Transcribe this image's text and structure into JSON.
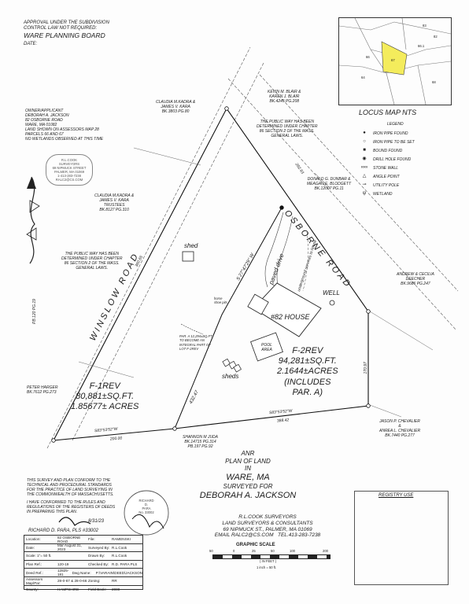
{
  "approval": {
    "line1": "APPROVAL UNDER THE SUBDIVISION",
    "line2": "CONTROL LAW NOT REQUIRED:",
    "board": "WARE PLANNING BOARD",
    "date_label": "DATE:"
  },
  "owner_notes": [
    "OWNER/APPLICANT",
    "DEBORAH A. JACKSON",
    "82 OSBORNE ROAD",
    "WARE, MA 01082",
    "LAND SHOWN ON ASSESSORS MAP 28",
    "PARCELS 66 AND 67",
    "NO WETLANDS OBSERVED AT THIS TIME"
  ],
  "stamp_company": [
    "R.L.COOK",
    "SURVEYORS",
    "69 NIPMUCK STREET",
    "PALMER, MA 01069",
    "1-413-283-7238",
    "RALC2@CS.COM"
  ],
  "locus": {
    "title": "LOCUS MAP NTS",
    "labels": [
      "83",
      "82",
      "66.1",
      "67",
      "66",
      "64",
      "68"
    ]
  },
  "legend": {
    "title": "LEGEND",
    "items": [
      {
        "symbol": "●",
        "label": "IRON PIPE FOUND"
      },
      {
        "symbol": "○",
        "label": "IRON PIPE TO BE SET"
      },
      {
        "symbol": "■",
        "label": "BOUND FOUND"
      },
      {
        "symbol": "◉",
        "label": "DRILL HOLE FOUND"
      },
      {
        "symbol": "∞∞",
        "label": "STONE WALL"
      },
      {
        "symbol": "△",
        "label": "ANGLE POINT"
      },
      {
        "symbol": "⊸",
        "label": "UTILITY POLE"
      },
      {
        "symbol": "ψ",
        "label": "WETLAND"
      }
    ]
  },
  "abutters": [
    {
      "name": "CLAUDIA M.KADRA &",
      "name2": "JAMES V. KARA",
      "ref": "BK.3803 PG.80"
    },
    {
      "name": "KEVIN M. BLAIR &",
      "name2": "KAREN J. BLAIR",
      "ref": "BK.4245 PG.208"
    },
    {
      "name": "DONALD G. DUNBAR &",
      "name2": "MEAGAN E. BLODGETT",
      "ref": "BK.12007 PG.11"
    },
    {
      "name": "CLAUDIA M.KADRA &",
      "name2": "JAMES V. KARA",
      "name3": "TRUSTEES",
      "ref": "BK.8127 PG.310"
    },
    {
      "name": "ANDREW & CECILIA",
      "name2": "DEECHER",
      "ref": "BK.9686 PG.247"
    },
    {
      "name": "PETER HARGER",
      "name2": "",
      "ref": "BK.7612 PG.273"
    },
    {
      "name": "SHANNON M JUDA",
      "name2": "BK.14715 PG.314",
      "ref": "PB.197 PG.92"
    },
    {
      "name": "JASON P. CHEVALIER",
      "name2": "&",
      "name3": "ANREA L. CHEVALIER",
      "ref": "BK.7440 PG.277"
    }
  ],
  "public_way_note_1": [
    "THE PUBLIC WAY HAS BEEN",
    "DETERMINED UNDER CHAPTER",
    "86 SECTION 2 OF THE MASS.",
    "GENERAL LAWS."
  ],
  "public_way_note_2": [
    "THE PUBLIC WAY HAS BEEN",
    "DETERMINED UNDER CHAPTER",
    "86 SECTION 2 OF THE MASS.",
    "GENERAL LAWS."
  ],
  "roads": {
    "osborne": "OSBORNE ROAD",
    "winslow": "WINSLOW ROAD"
  },
  "plan_labels": {
    "shed": "shed",
    "sheds": "sheds",
    "well": "WELL",
    "house": "#82 HOUSE",
    "pool": "POOL AREA",
    "paved_drive": "paved drive",
    "underground": "underground services to house",
    "horseshoe": "horse shoe pits",
    "par_a_note": "PAR. A 12,294±SQ.FT. TO BECOME AN INTEGRAL PART OF LOT F-2REV",
    "pb_ref": "PB.120 PG.19",
    "bearing_mid": "S 27°47'29\" W",
    "dist_mid": "432.47"
  },
  "lots": {
    "f1": {
      "name": "F-1REV",
      "area1": "80,881±SQ.FT.",
      "area2": "1.85677± ACRES"
    },
    "f2": {
      "name": "F-2REV",
      "area1": "94,281±SQ.FT.",
      "area2": "2.1644±ACRES",
      "area3": "(INCLUDES",
      "area4": "PAR. A)"
    }
  },
  "dims": {
    "bottom_left_bearing": "S83°53'52\"W",
    "bottom_left_dist": "200.00",
    "bottom_right_bearing": "S83°53'52\"W",
    "bottom_right_dist": "388.42",
    "right_dist": "170.97",
    "left_dist": "360.65",
    "osborne_dist": "292.93"
  },
  "title_block": {
    "anr": "ANR",
    "plan_of_land": "PLAN OF LAND",
    "in": "IN",
    "town": "WARE, MA",
    "surveyed_for": "SURVEYED FOR",
    "client": "DEBORAH A. JACKSON"
  },
  "certification": [
    "THIS SURVEY AND PLAN CONFORM TO THE",
    "TECHNICAL AND PROCEDURAL STANDARDS",
    "FOR THE PRACTICE OF LAND SURVEYING IN",
    "THE COMMONWEALTH OF MASSACHUSETTS.",
    "",
    "I HAVE CONFORMED TO THE RULES AND",
    "REGULATIONS OF THE REGISTERS OF DEEDS",
    "IN PREPARING THIS PLAN."
  ],
  "signature": {
    "sig_date": "8/31/23",
    "surveyor": "RICHARD D. PARA, PLS #33002"
  },
  "seal": {
    "l1": "RICHARD",
    "l2": "D.",
    "l3": "PARA",
    "l4": "No. 33002"
  },
  "registry": "REGISTRY USE",
  "company": {
    "name": "R.L.COOK SURVEYORS",
    "sub": "LAND SURVEYORS & CONSULTANTS",
    "addr": "69 NIPMUCK ST., PALMER, MA 01069",
    "email": "EMAIL RALC2@CS.COM",
    "tel": "TEL.413-283-7238"
  },
  "scale": {
    "title": "GRAPHIC SCALE",
    "unit": "( IN FEET )",
    "ratio": "1 inch = 50 ft.",
    "ticks": [
      "50",
      "0",
      "25",
      "50",
      "100",
      "200"
    ]
  },
  "info_table": [
    {
      "k": "Location:",
      "v": "82 OSBORNE ROAD",
      "k2": "File:",
      "v2": "RAMENSKI"
    },
    {
      "k": "Date:",
      "v": "Mar     August 31, 2023",
      "k2": "Surveyed By:",
      "v2": "R.L.Cook"
    },
    {
      "k": "Scale: 1\"= 50 ft.",
      "v": "",
      "k2": "Drawn By:",
      "v2": "R.L.Cook"
    },
    {
      "k": "Plan Ref.:",
      "v": "120-19",
      "k2": "Checked By:",
      "v2": "R.D. PARA PLS"
    },
    {
      "k": "Deed Ref.:",
      "v": "12825-181",
      "k2": "Dwg Name:",
      "v2": "P:\\VARAIN\\DEED\\JACKSON"
    },
    {
      "k": "Assessors Map/Par:",
      "v": "28-0-67 & 28-0-66",
      "k2": "Zoning:",
      "v2": "RR"
    },
    {
      "k": "County:",
      "v": "HAMPSHIRE",
      "k2": "Field Book:",
      "v2": "2000"
    }
  ]
}
